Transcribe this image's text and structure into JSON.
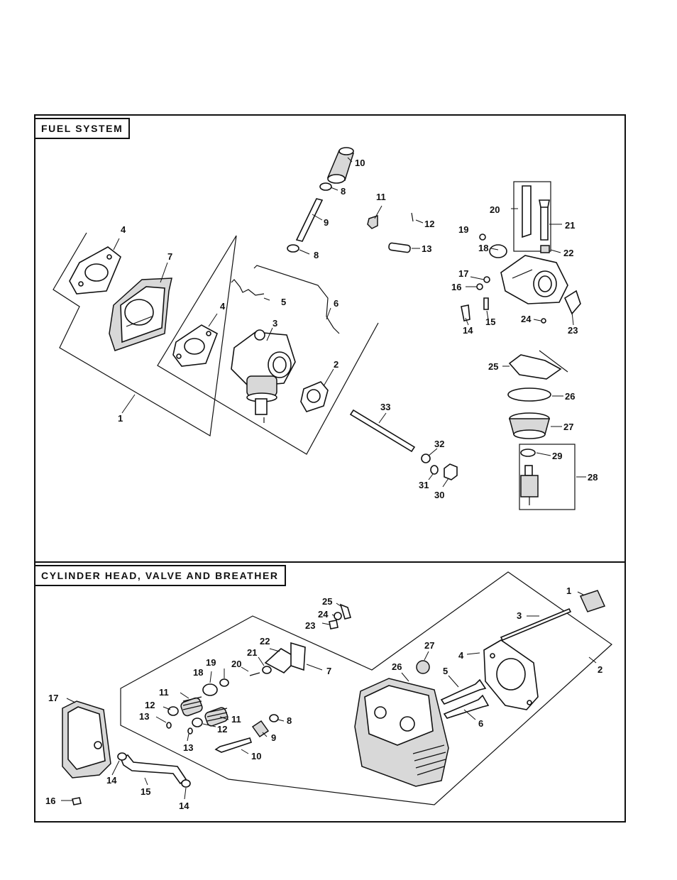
{
  "sections": [
    {
      "title": "FUEL SYSTEM",
      "callouts": [
        "1",
        "2",
        "3",
        "4",
        "4",
        "5",
        "6",
        "7",
        "8",
        "8",
        "9",
        "10",
        "11",
        "12",
        "13",
        "14",
        "15",
        "16",
        "17",
        "18",
        "19",
        "20",
        "21",
        "22",
        "23",
        "24",
        "25",
        "26",
        "27",
        "28",
        "29",
        "30",
        "31",
        "32",
        "33"
      ]
    },
    {
      "title": "CYLINDER HEAD, VALVE AND BREATHER",
      "callouts": [
        "1",
        "2",
        "3",
        "4",
        "5",
        "6",
        "7",
        "8",
        "9",
        "10",
        "11",
        "11",
        "12",
        "12",
        "13",
        "13",
        "14",
        "14",
        "15",
        "16",
        "17",
        "18",
        "19",
        "20",
        "21",
        "22",
        "23",
        "24",
        "25",
        "26",
        "27"
      ]
    }
  ]
}
